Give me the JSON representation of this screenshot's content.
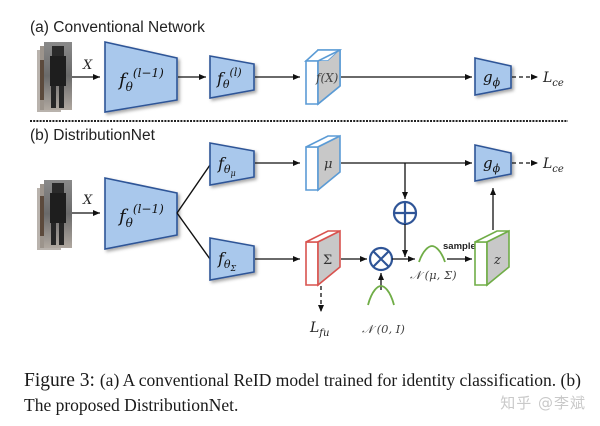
{
  "panel_a": {
    "title": "(a) Conventional Network",
    "input_label": "X",
    "block1": {
      "base": "f",
      "sub": "θ",
      "sup": "(l−1)"
    },
    "block2": {
      "base": "f",
      "sub": "θ",
      "sup": "(l)"
    },
    "feature": "f(X)",
    "classifier": {
      "base": "g",
      "sub": "ϕ"
    },
    "loss": {
      "base": "L",
      "sub": "ce"
    }
  },
  "panel_b": {
    "title": "(b) DistributionNet",
    "input_label": "X",
    "block1": {
      "base": "f",
      "sub": "θ",
      "sup": "(l−1)"
    },
    "mu_branch": {
      "base": "f",
      "sub": "θ",
      "subsub": "μ"
    },
    "sigma_branch": {
      "base": "f",
      "sub": "θ",
      "subsub": "Σ"
    },
    "mu_feature": "μ",
    "sigma_feature": "Σ",
    "z_feature": "z",
    "classifier": {
      "base": "g",
      "sub": "ϕ"
    },
    "loss_ce": {
      "base": "L",
      "sub": "ce"
    },
    "loss_fu": {
      "base": "L",
      "sub": "fu"
    },
    "plus_op": "⊕",
    "times_op": "⊗",
    "dist_mu_sigma": "𝒩 (μ, Σ)",
    "dist_standard": "𝒩 (0, I)",
    "sample_label": "sample"
  },
  "caption": {
    "label": "Figure 3:",
    "text": "(a) A conventional ReID model trained for identity classification. (b) The proposed DistributionNet."
  },
  "watermark": "知乎 @李斌",
  "colors": {
    "block_fill": "#a9c8ec",
    "block_stroke": "#2f5597",
    "feature_blue": "#5b9bd5",
    "feature_red": "#d9534f",
    "feature_green": "#70ad47",
    "feature_gray": "#c8c8c8",
    "op_stroke": "#2f5597"
  }
}
